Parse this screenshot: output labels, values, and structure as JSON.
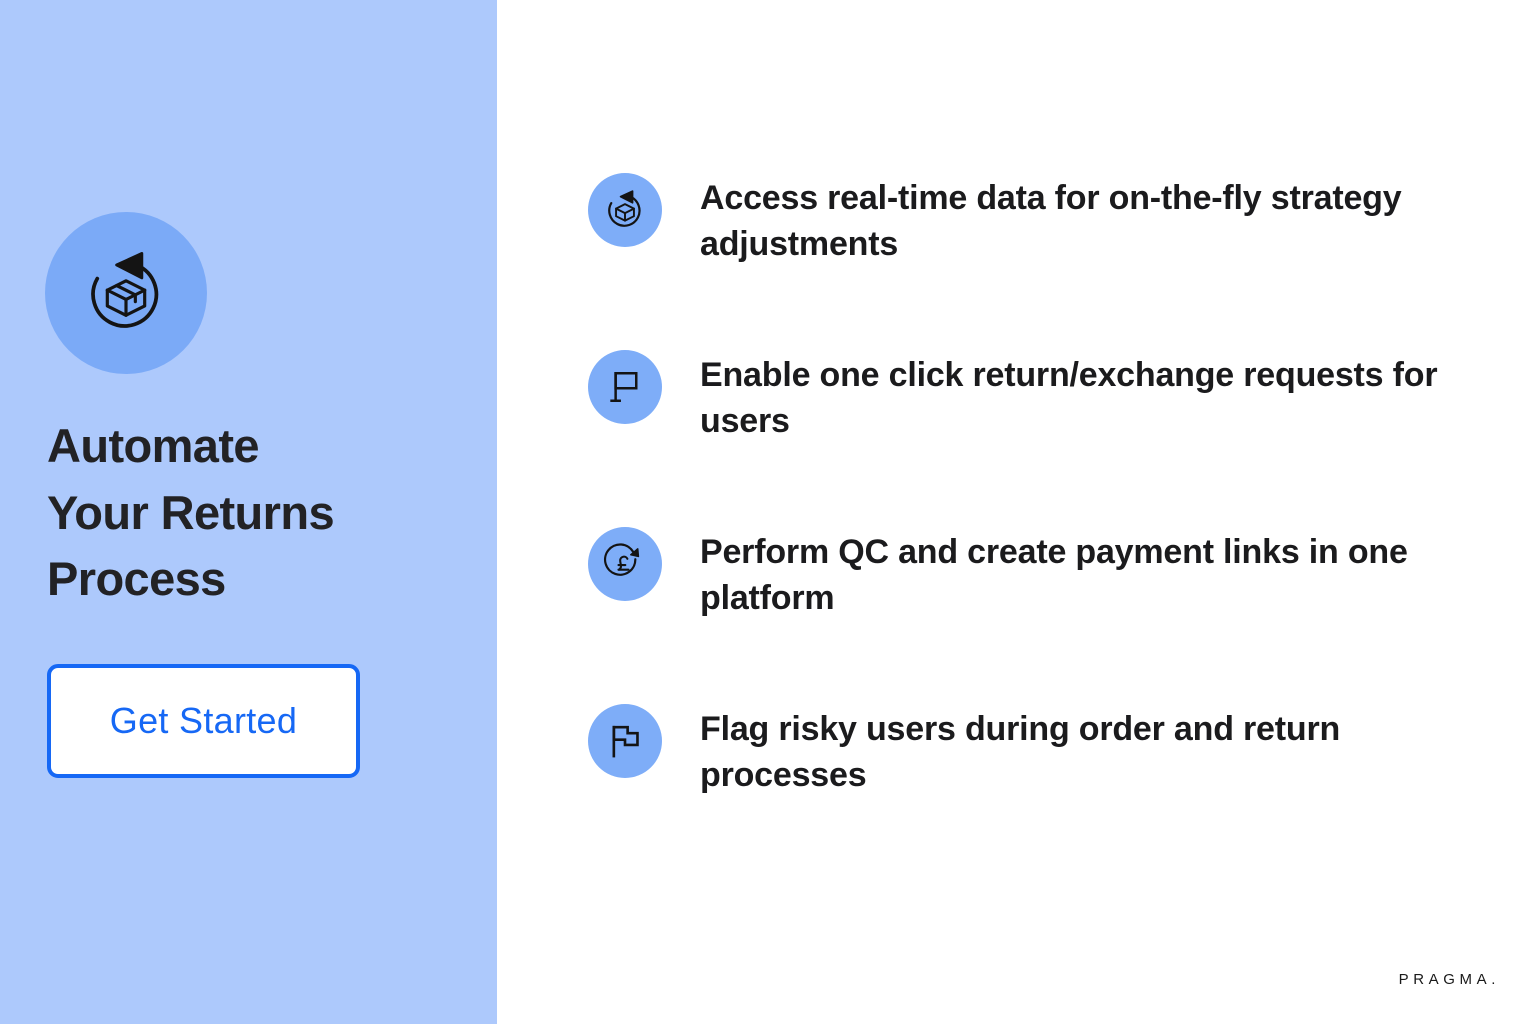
{
  "brand": {
    "logo_text": "PRAGMA."
  },
  "colors": {
    "panel_background": "#ADC9FC",
    "hero_circle": "#7BAAF7",
    "feature_circle": "#7EADF8",
    "accent_blue": "#1668F5",
    "text_dark": "#1B1B1D",
    "page_background": "#FFFFFF"
  },
  "left_panel": {
    "hero_icon": "return-package-icon",
    "headline": "Automate\nYour Returns\nProcess",
    "cta": {
      "label": "Get Started"
    }
  },
  "right_panel": {
    "features": [
      {
        "icon": "return-package-icon",
        "text": "Access real-time data for on-the-fly strategy adjustments"
      },
      {
        "icon": "flag-rectangular-icon",
        "text": "Enable one click return/exchange requests for users"
      },
      {
        "icon": "pound-refund-icon",
        "text": "Perform QC and create payment links in one platform"
      },
      {
        "icon": "flag-wavy-icon",
        "text": "Flag risky users during order and return processes"
      }
    ]
  }
}
